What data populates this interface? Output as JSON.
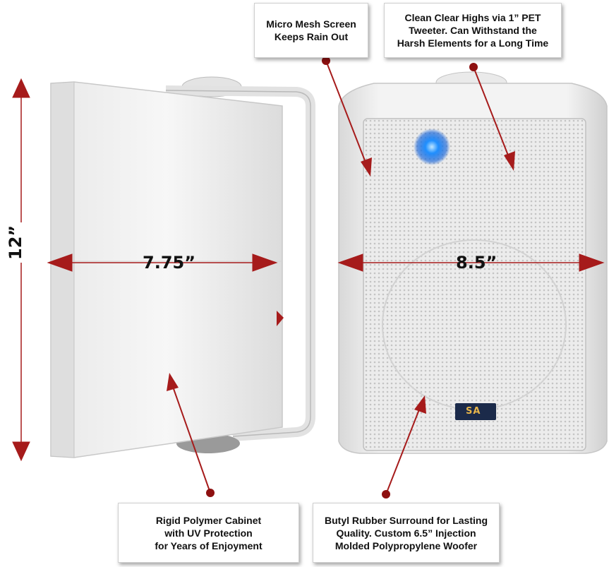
{
  "callouts": {
    "mesh": [
      "Micro Mesh Screen",
      "Keeps Rain Out"
    ],
    "tweeter": [
      "Clean Clear Highs via 1” PET",
      "Tweeter.  Can Withstand the",
      "Harsh Elements for a Long Time"
    ],
    "cabinet": [
      "Rigid Polymer Cabinet",
      "with UV Protection",
      "for Years of Enjoyment"
    ],
    "woofer": [
      "Butyl Rubber Surround for Lasting",
      "Quality.  Custom 6.5” Injection",
      "Molded Polypropylene Woofer"
    ]
  },
  "dimensions": {
    "height": "12”",
    "depth": "7.75”",
    "width": "8.5”"
  },
  "logo": {
    "text": "SA"
  },
  "colors": {
    "arrow": "#a61b1b",
    "led": "#1f8fff",
    "speaker_body": "#f2f2f2",
    "badge_bg": "#1b2a4a",
    "badge_text": "#e7b54a"
  }
}
